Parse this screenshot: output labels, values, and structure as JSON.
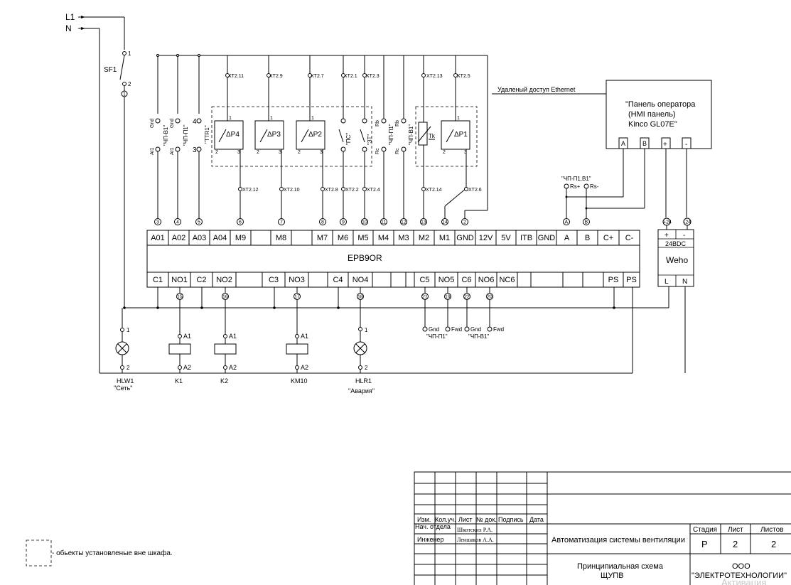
{
  "supply": {
    "l1": "L1",
    "n": "N"
  },
  "breaker": {
    "name": "SF1",
    "pin1": "1",
    "pin2": "2",
    "wire": "1"
  },
  "remote_access": "Удаленый доступ Ethernet",
  "hmi": {
    "line1": "\"Панель оператора",
    "line2": "(HMI панель)",
    "line3": "Kinco GL07E\"",
    "pins": [
      "A",
      "B",
      "+",
      "-"
    ]
  },
  "rs_label": "\"ЧП-П1,В1\"",
  "rs_plus": "Rs+",
  "rs_minus": "Rs-",
  "controller": {
    "name": "EPB9OR",
    "top_terminals": [
      "A01",
      "A02",
      "A03",
      "A04",
      "M9",
      "",
      "M8",
      "",
      "M7",
      "M6",
      "M5",
      "M4",
      "M3",
      "M2",
      "M1",
      "GND",
      "12V",
      "5V",
      "ITB",
      "GND",
      "A",
      "B",
      "C+",
      "C-"
    ],
    "bottom_terminals": [
      "C1",
      "NO1",
      "C2",
      "NO2",
      "",
      "C3",
      "NO3",
      "",
      "C4",
      "NO4",
      "",
      "",
      "",
      "C5",
      "NO5",
      "C6",
      "NO6",
      "NC6",
      "",
      "",
      "",
      "",
      "PS",
      "PS"
    ]
  },
  "wire_numbers_top": [
    "3",
    "4",
    "5",
    "6",
    "7",
    "8",
    "9",
    "10",
    "11",
    "12",
    "13",
    "14",
    "2",
    "A",
    "B",
    "+24",
    "-24"
  ],
  "wire_numbers_bottom": [
    "15",
    "16",
    "17",
    "18",
    "21",
    "19",
    "22",
    "20"
  ],
  "xt_top": [
    "XT2.11",
    "XT2.9",
    "XT2.7",
    "XT2.1",
    "XT2.3",
    "XT2.13",
    "XT2.5"
  ],
  "xt_bottom": [
    "XT2.12",
    "XT2.10",
    "XT2.8",
    "XT2.2",
    "XT2.4",
    "XT2.14",
    "XT2.6"
  ],
  "analog_devices": [
    {
      "name": "\"ЧП-В1\"",
      "top": "Gnd",
      "bottom": "AI1"
    },
    {
      "name": "\"ЧП-П1\"",
      "top": "Gnd",
      "bottom": "AI1"
    },
    {
      "name": "\"TTR1\"",
      "top": "4",
      "bottom": "3"
    }
  ],
  "pressure_switches": [
    "ΔP4",
    "ΔP3",
    "ΔP2"
  ],
  "contact_labels": [
    "\"ПС\"",
    "\"ЗТ\""
  ],
  "drive_contacts": [
    {
      "name": "\"ЧП-П1\"",
      "top": "Rb",
      "bottom": "Rc"
    },
    {
      "name": "\"ЧП-В1\"",
      "top": "Rb",
      "bottom": "Rc"
    }
  ],
  "thermo": "Tk",
  "dp1": "ΔP1",
  "switch_pins": {
    "p1": "1",
    "p2": "2",
    "p3": "3"
  },
  "power_supply": {
    "name": "Weho",
    "voltage": "24BDC",
    "plus": "+",
    "minus": "-",
    "l": "L",
    "n": "N"
  },
  "loads": [
    {
      "name": "HLW1",
      "caption": "\"Сеть\"",
      "pin_top": "1",
      "pin_bottom": "2"
    },
    {
      "name": "K1",
      "caption": "",
      "pin_top": "A1",
      "pin_bottom": "A2"
    },
    {
      "name": "K2",
      "caption": "",
      "pin_top": "A1",
      "pin_bottom": "A2"
    },
    {
      "name": "KM10",
      "caption": "",
      "pin_top": "A1",
      "pin_bottom": "A2"
    },
    {
      "name": "HLR1",
      "caption": "\"Авария\"",
      "pin_top": "1",
      "pin_bottom": "2"
    }
  ],
  "fwd_groups": [
    {
      "name": "\"ЧП-П1\"",
      "gnd": "Gnd",
      "fwd": "Fwd"
    },
    {
      "name": "\"ЧП-В1\"",
      "gnd": "Gnd",
      "fwd": "Fwd"
    }
  ],
  "legend": "- обьекты установленые вне шкафа.",
  "title_block": {
    "headers": [
      "Изм.",
      "Кол.уч.",
      "Лист",
      "№ док.",
      "Подпись",
      "Дата"
    ],
    "role1": "Нач. отдела",
    "person1": "Шкотских Р.А.",
    "role2": "Инженер",
    "person2": "Леншаков А.А.",
    "project": "Автоматизация системы вентиляции",
    "stage_label": "Стадия",
    "sheet_label": "Лист",
    "sheets_label": "Листов",
    "stage": "Р",
    "sheet": "2",
    "sheets": "2",
    "drawing_line1": "Принципиальная схема",
    "drawing_line2": "ЩУПВ",
    "company_line1": "ООО",
    "company_line2": "\"ЭЛЕКТРОТЕХНОЛОГИИ\"",
    "watermark": "Активация"
  }
}
